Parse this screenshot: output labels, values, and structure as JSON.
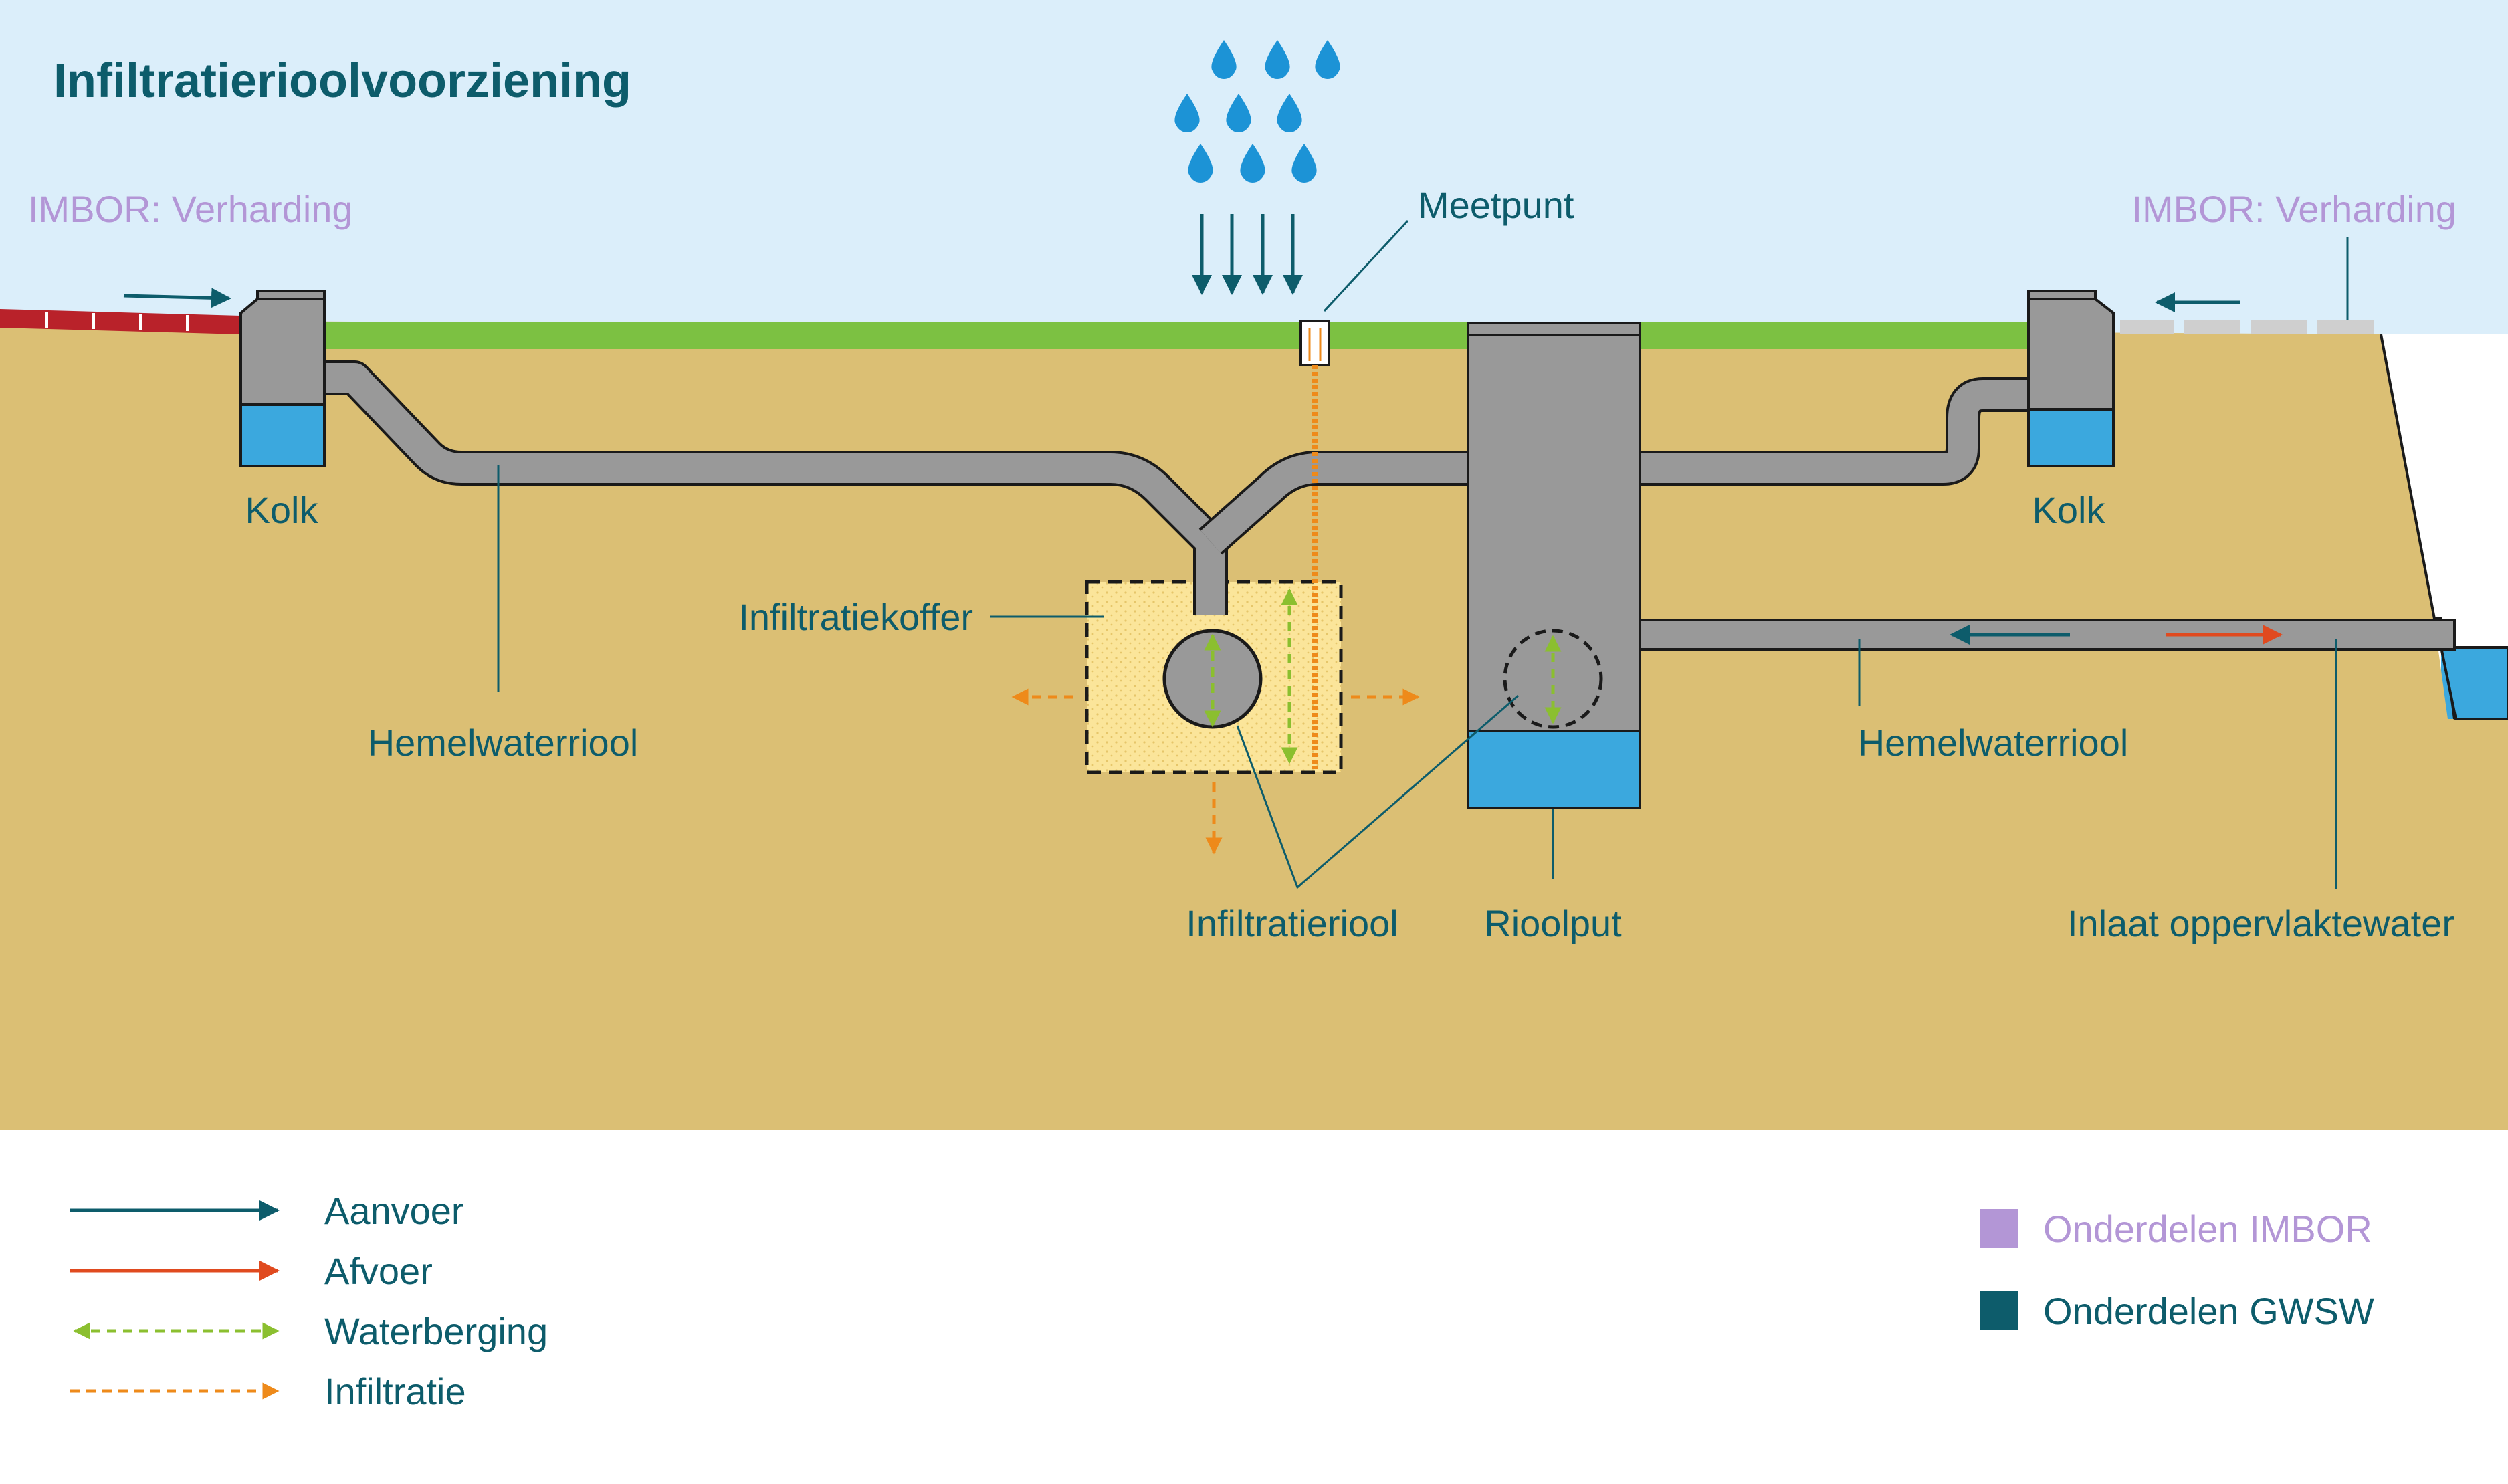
{
  "title": "Infiltratierioolvoorziening",
  "labels": {
    "imbor_left": "IMBOR: Verharding",
    "imbor_right": "IMBOR: Verharding",
    "meetpunt": "Meetpunt",
    "kolk_left": "Kolk",
    "kolk_right": "Kolk",
    "infiltratiekoffer": "Infiltratiekoffer",
    "hemelwaterriool_left": "Hemelwaterriool",
    "hemelwaterriool_right": "Hemelwaterriool",
    "infiltratieriool": "Infiltratieriool",
    "rioolput": "Rioolput",
    "inlaat": "Inlaat oppervlaktewater"
  },
  "legend": {
    "aanvoer": "Aanvoer",
    "afvoer": "Afvoer",
    "waterberging": "Waterberging",
    "infiltratie": "Infiltratie",
    "imbor": "Onderdelen IMBOR",
    "gwsw": "Onderdelen GWSW"
  },
  "colors": {
    "sky": "#dbeefa",
    "soil": "#dbbf74",
    "grass": "#7cc142",
    "pipe": "#999999",
    "water": "#3ba8de",
    "teal": "#0d5c6b",
    "red_arrow": "#e04a1f",
    "green_dash": "#8bbf2f",
    "orange_dash": "#ee8a1a",
    "imbor": "#b396d6",
    "gwsw": "#0d5c6b",
    "brick": "#b9222a",
    "koffer": "#fbe59a"
  }
}
